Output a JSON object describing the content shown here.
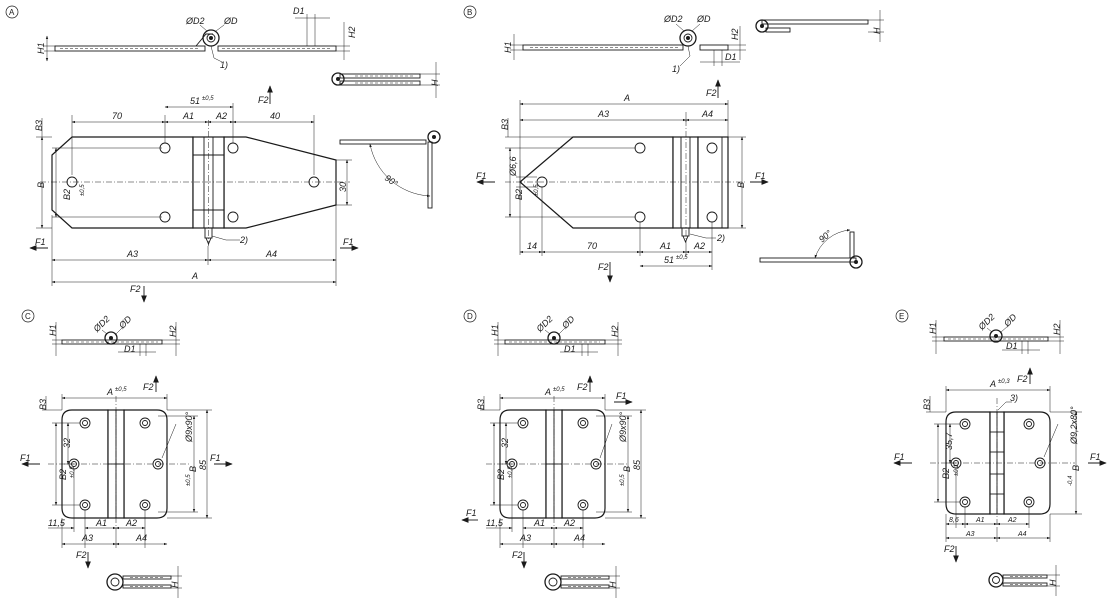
{
  "views": {
    "A": {
      "label": "A",
      "top": {
        "d2": "ØD2",
        "d": "ØD",
        "d1": "D1",
        "h1": "H1",
        "h2": "H2",
        "note": "1)"
      },
      "side": {
        "h": "H"
      },
      "plan": {
        "b3": "B3",
        "b": "B",
        "b2": "B2",
        "b2_tol": "±0,5",
        "d70": "70",
        "a1": "A1",
        "a2": "A2",
        "d40": "40",
        "d51": "51",
        "d51_tol": "±0,5",
        "d30": "30",
        "a3": "A3",
        "a4": "A4",
        "a": "A",
        "note": "2)"
      },
      "forces": {
        "f1_left": "F1",
        "f1_right": "F1",
        "f2_top": "F2",
        "f2_bottom": "F2"
      },
      "fold": {
        "angle": "90°"
      }
    },
    "B": {
      "label": "B",
      "top": {
        "d2": "ØD2",
        "d": "ØD",
        "d1": "D1",
        "h1": "H1",
        "h2": "H2",
        "note": "1)"
      },
      "side": {
        "h": "H"
      },
      "plan": {
        "a": "A",
        "a3": "A3",
        "a4": "A4",
        "b3": "B3",
        "d66": "Ø6,6",
        "b2": "B2",
        "b2_tol": "±0,5",
        "b": "B",
        "d14": "14",
        "d70": "70",
        "a1": "A1",
        "a2": "A2",
        "d51": "51",
        "d51_tol": "±0,5",
        "note": "2)"
      },
      "forces": {
        "f1_left": "F1",
        "f1_right": "F1",
        "f2_top": "F2",
        "f2_bottom": "F2"
      },
      "fold": {
        "angle": "90°"
      }
    },
    "C": {
      "label": "C",
      "top": {
        "d2": "ØD2",
        "d": "ØD",
        "d1": "D1",
        "h1": "H1",
        "h2": "H2"
      },
      "plan": {
        "a": "A",
        "a_tol": "±0,5",
        "b3": "B3",
        "d32": "32",
        "b2": "B2",
        "b2_tol": "±0,3",
        "hole": "Ø9x90°",
        "b": "B",
        "b_tol": "±0,5",
        "d85": "85",
        "d115": "11,5",
        "a1": "A1",
        "a2": "A2",
        "a3": "A3",
        "a4": "A4"
      },
      "forces": {
        "f1_left": "F1",
        "f1_right": "F1",
        "f2_top": "F2",
        "f2_bottom": "F2"
      },
      "side": {
        "h": "H"
      }
    },
    "D": {
      "label": "D",
      "top": {
        "d2": "ØD2",
        "d": "ØD",
        "d1": "D1",
        "h1": "H1",
        "h2": "H2"
      },
      "plan": {
        "a": "A",
        "a_tol": "±0,5",
        "b3": "B3",
        "d32": "32",
        "b2": "B2",
        "b2_tol": "±0,3",
        "hole": "Ø9x90°",
        "b": "B",
        "b_tol": "±0,5",
        "d85": "85",
        "d115": "11,5",
        "a1": "A1",
        "a2": "A2",
        "a3": "A3",
        "a4": "A4"
      },
      "forces": {
        "f1_left": "F1",
        "f1_right": "F1",
        "f2_top": "F2",
        "f2_bottom": "F2"
      },
      "side": {
        "h": "H"
      }
    },
    "E": {
      "label": "E",
      "top": {
        "d2": "ØD2",
        "d": "ØD",
        "d1": "D1",
        "h1": "H1",
        "h2": "H2"
      },
      "plan": {
        "a": "A",
        "a_tol": "±0,3",
        "note": "3)",
        "b3": "B3",
        "d357": "35,7",
        "b2": "B2",
        "b2_tol": "±0,1",
        "hole": "Ø9,2x80°",
        "b": "B",
        "b_tol": "-0,4",
        "d86": "8,6",
        "a1": "A1",
        "a2": "A2",
        "a3": "A3",
        "a4": "A4"
      },
      "forces": {
        "f1_left": "F1",
        "f1_right": "F1",
        "f2_top": "F2",
        "f2_bottom": "F2"
      },
      "side": {
        "h": "H"
      }
    }
  }
}
